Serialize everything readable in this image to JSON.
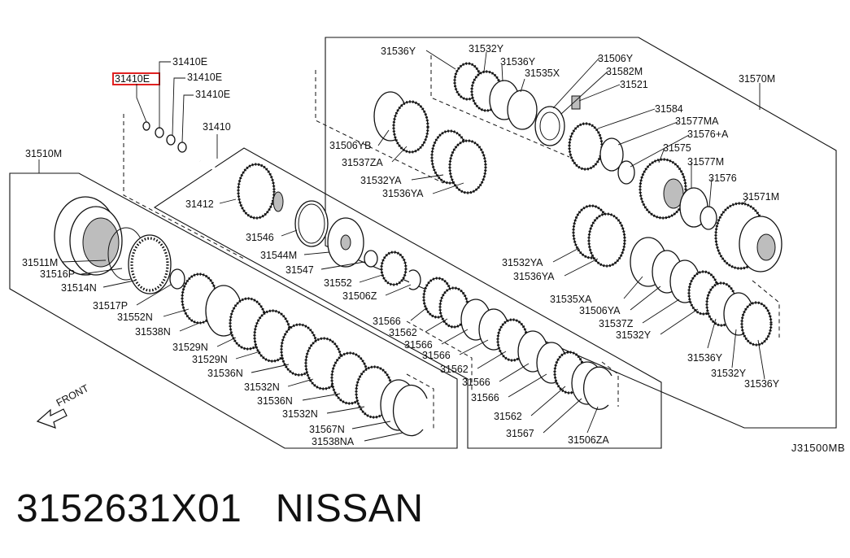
{
  "caption": {
    "part_number": "3152631X01",
    "brand": "NISSAN"
  },
  "drawing_code": "J31500MB",
  "front_label": "FRONT",
  "highlight_color": "#e02020",
  "highlighted_part": "31410E",
  "callouts": [
    "31410E",
    "31410E",
    "31410E",
    "31410E",
    "31410",
    "31510M",
    "31412",
    "31511M",
    "31516P",
    "31514N",
    "31517P",
    "31552N",
    "31538N",
    "31529N",
    "31529N",
    "31536N",
    "31532N",
    "31536N",
    "31532N",
    "31567N",
    "31538NA",
    "31546",
    "31544M",
    "31547",
    "31552",
    "31506Z",
    "31566",
    "31562",
    "31566",
    "31566",
    "31562",
    "31566",
    "31566",
    "31562",
    "31567",
    "31506ZA",
    "31536Y",
    "31532Y",
    "31536Y",
    "31535X",
    "31506Y",
    "31582M",
    "31521",
    "31584",
    "31577MA",
    "31576+A",
    "31575",
    "31577M",
    "31576",
    "31571M",
    "31570M",
    "31506YB",
    "31537ZA",
    "31532YA",
    "31536YA",
    "31532YA",
    "31536YA",
    "31535XA",
    "31506YA",
    "31537Z",
    "31532Y",
    "31536Y",
    "31532Y",
    "31536Y"
  ]
}
